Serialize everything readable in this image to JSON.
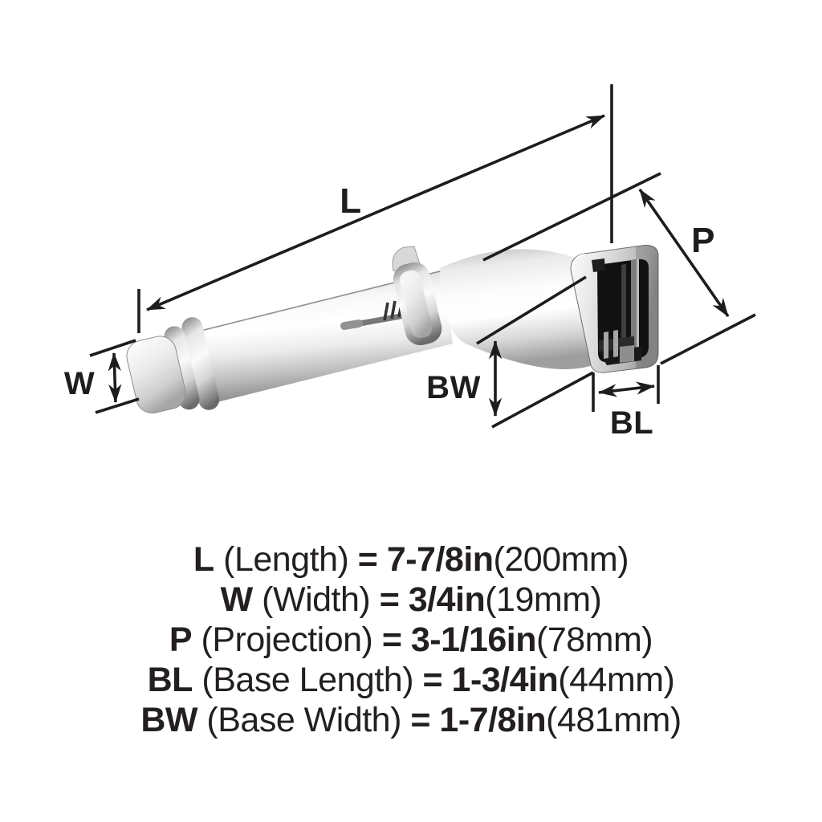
{
  "diagram": {
    "labels": {
      "l": "L",
      "w": "W",
      "p": "P",
      "bl": "BL",
      "bw": "BW"
    }
  },
  "specs": {
    "rows": [
      {
        "abbr": "L",
        "name": " (Length) ",
        "value": "= 7-7/8in",
        "metric": "(200mm)"
      },
      {
        "abbr": "W",
        "name": " (Width) ",
        "value": "= 3/4in",
        "metric": "(19mm)"
      },
      {
        "abbr": "P",
        "name": " (Projection) ",
        "value": "= 3-1/16in",
        "metric": "(78mm)"
      },
      {
        "abbr": "BL",
        "name": " (Base Length) ",
        "value": "= 1-3/4in",
        "metric": "(44mm)"
      },
      {
        "abbr": "BW",
        "name": " (Base Width) ",
        "value": "= 1-7/8in",
        "metric": "(481mm)"
      }
    ]
  },
  "colors": {
    "line": "#1d1d1d",
    "text": "#231f20",
    "background": "#ffffff",
    "chrome_light": "#fafafa",
    "chrome_dark": "#7f7f7f",
    "cavity": "#111111"
  }
}
